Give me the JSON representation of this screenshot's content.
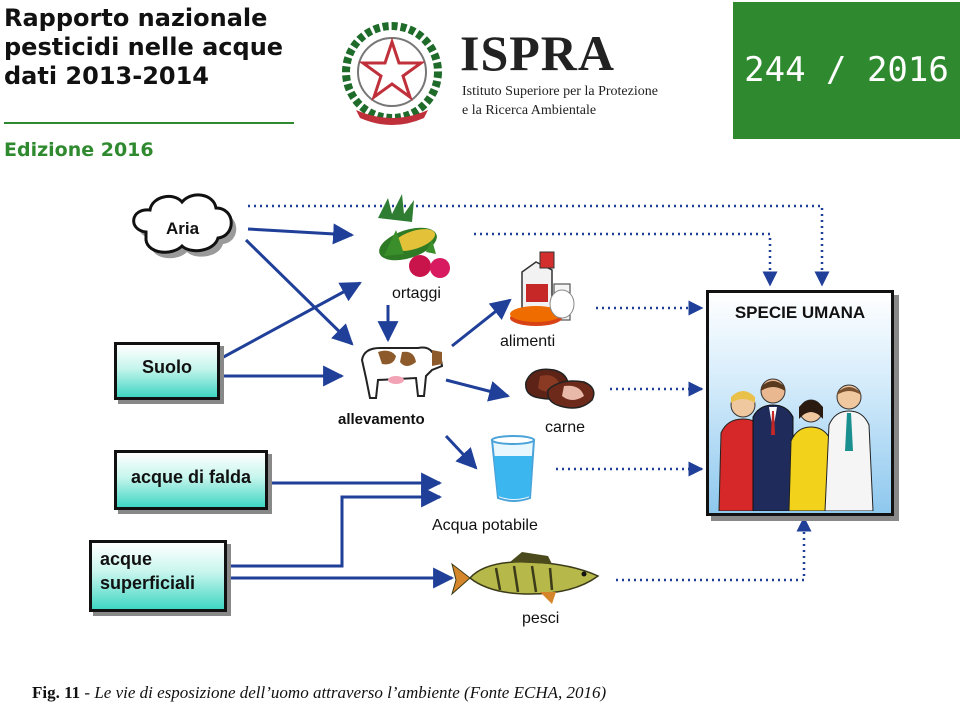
{
  "header": {
    "title_lines": [
      "Rapporto nazionale",
      "pesticidi nelle acque",
      "dati 2013-2014"
    ],
    "edition": "Edizione 2016",
    "issue": "244 / 2016",
    "logo": {
      "name": "ISPRA",
      "subtitle_line1": "Istituto Superiore per la Protezione",
      "subtitle_line2": "e la Ricerca Ambientale"
    },
    "colors": {
      "brand_green": "#2f8a2f"
    }
  },
  "diagram": {
    "sources": {
      "aria": "Aria",
      "suolo": "Suolo",
      "acque_falda": "acque di falda",
      "acque_superficiali_line1": "acque",
      "acque_superficiali_line2": "superficiali"
    },
    "nodes": {
      "ortaggi": "ortaggi",
      "alimenti": "alimenti",
      "allevamento": "allevamento",
      "carne": "carne",
      "acqua_potabile": "Acqua potabile",
      "pesci": "pesci"
    },
    "target": "SPECIE UMANA",
    "icons": [
      "cloud-icon",
      "vegetables-icon",
      "food-icon",
      "cow-icon",
      "meat-icon",
      "water-glass-icon",
      "fish-icon",
      "people-icon"
    ]
  },
  "caption": {
    "fig": "Fig. 11",
    "separator": " - ",
    "text": "Le vie di esposizione dell’uomo attraverso l’ambiente (Fonte ECHA, 2016)"
  }
}
